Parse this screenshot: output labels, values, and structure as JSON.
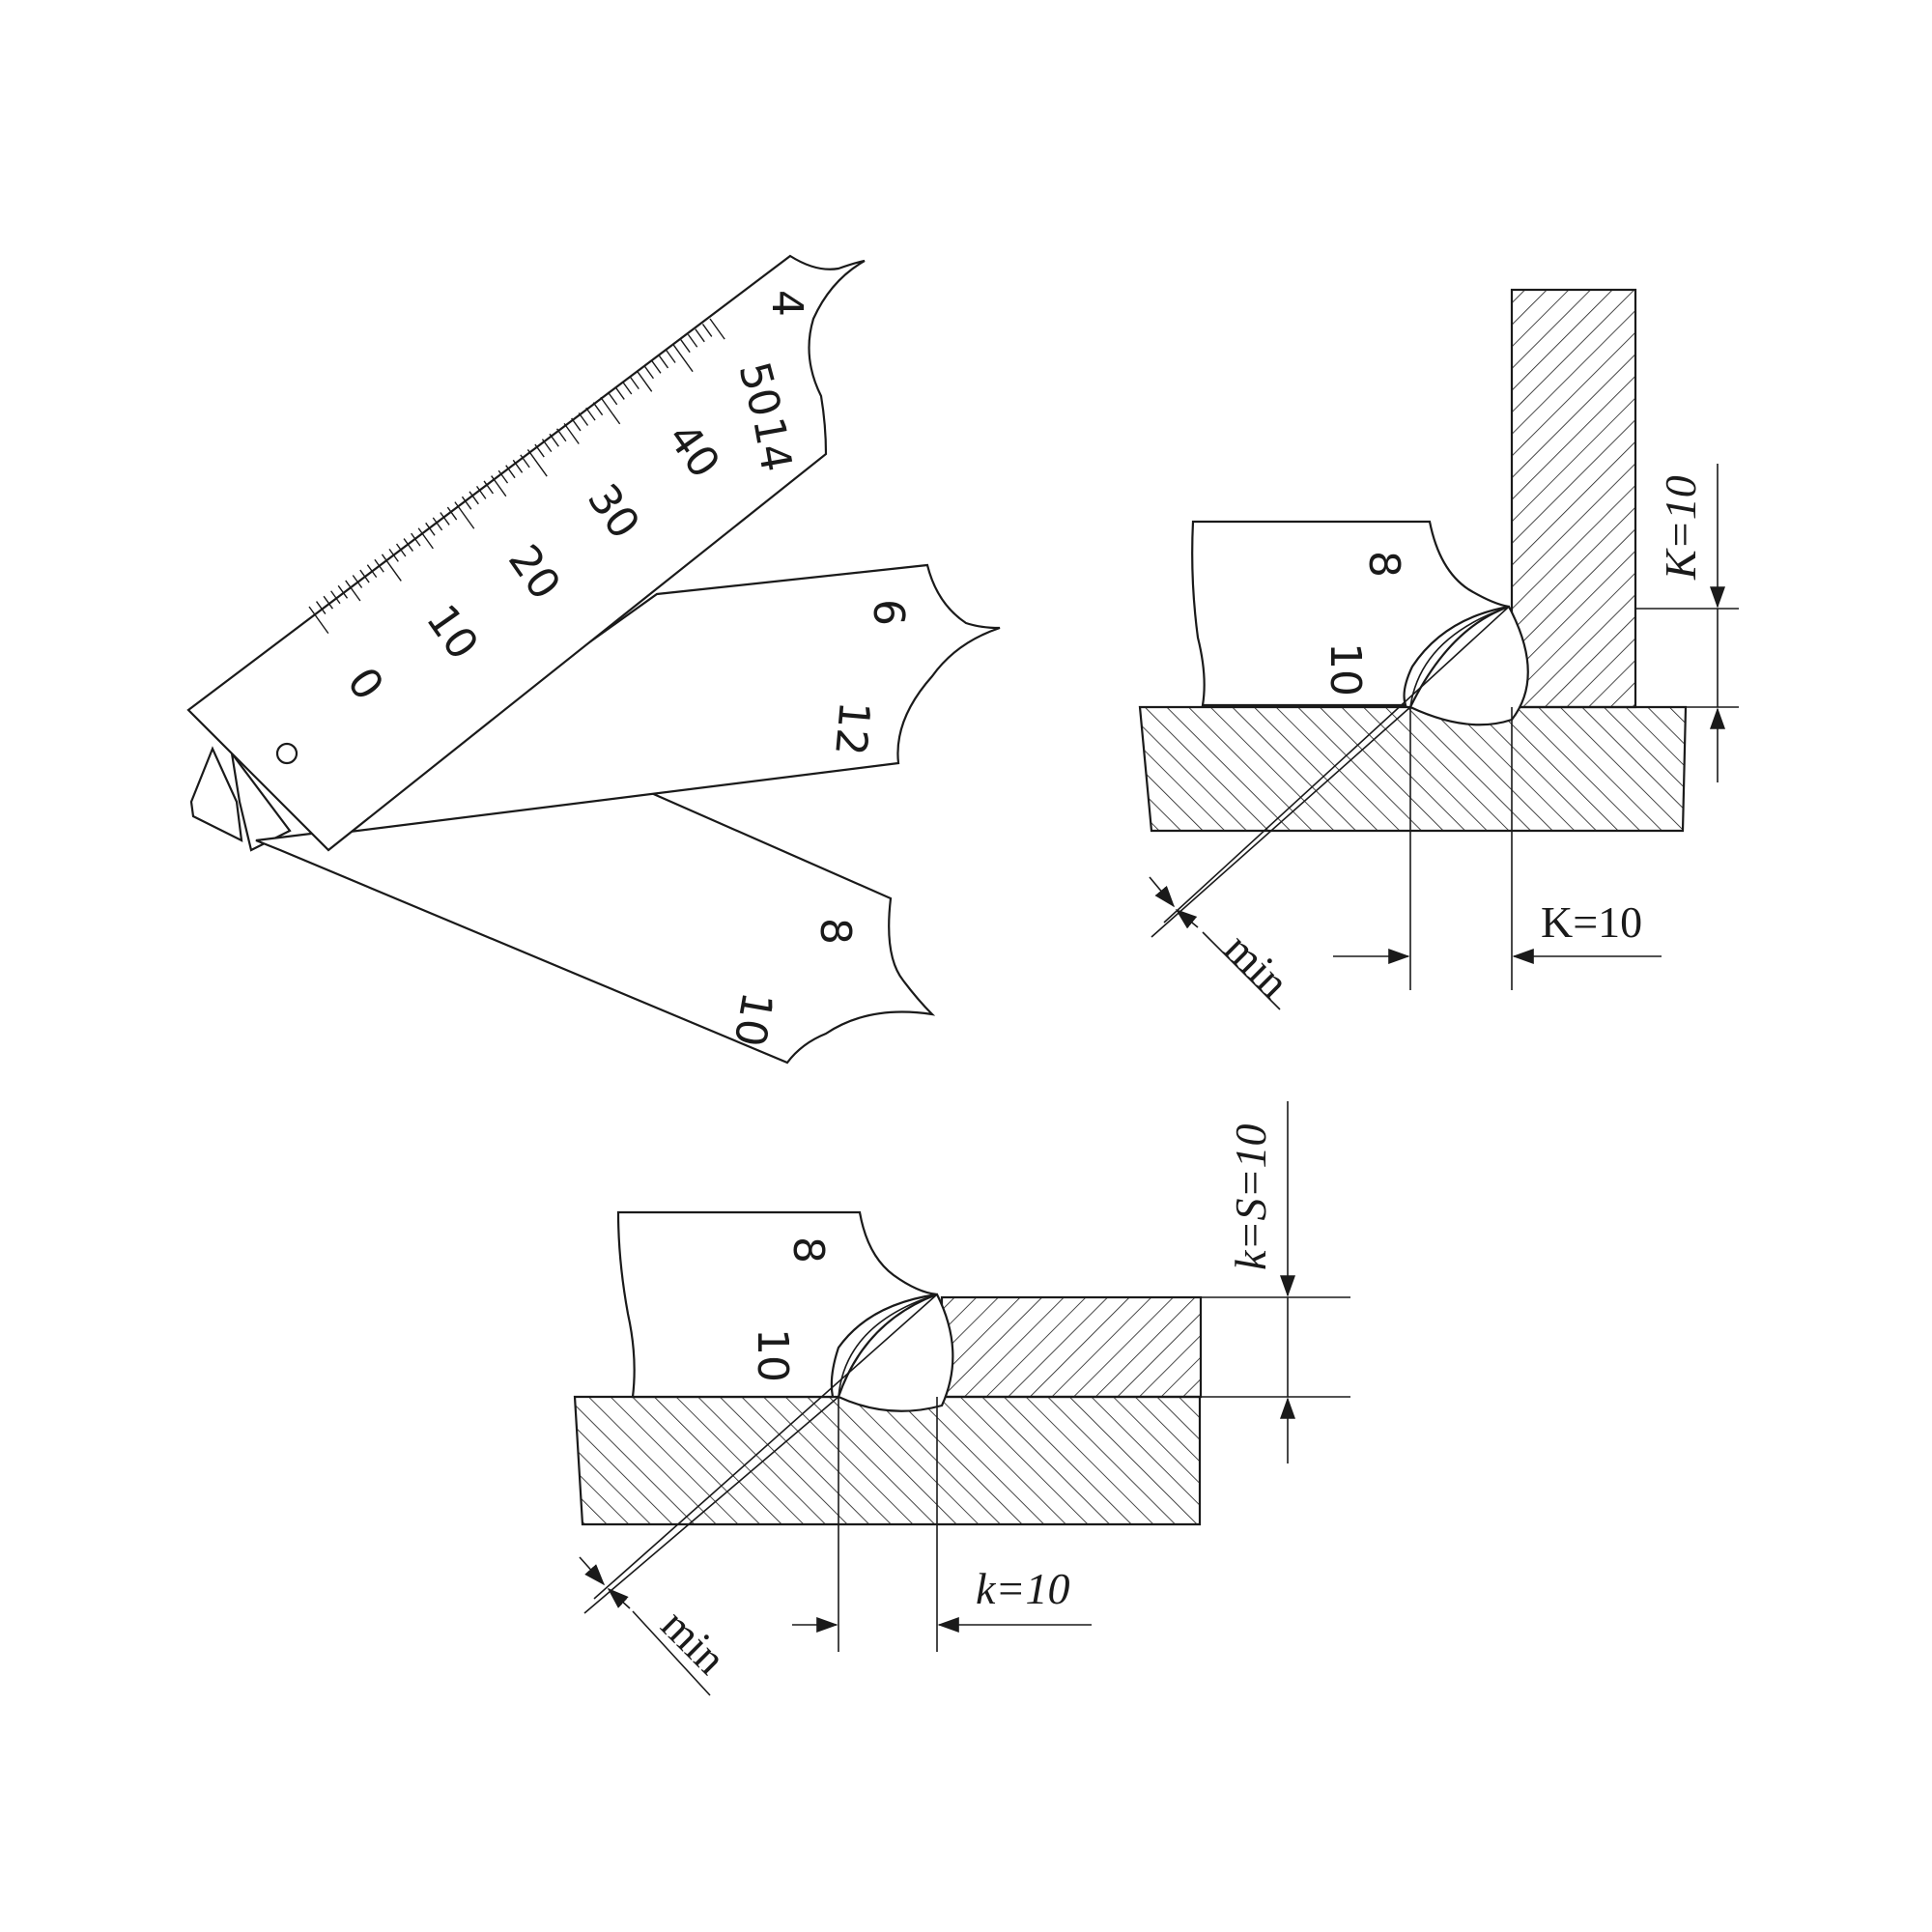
{
  "gauge": {
    "ruler_end_mark": "o",
    "scale_labels": [
      "0",
      "10",
      "20",
      "30",
      "40",
      "50"
    ],
    "blade1_labels": [
      "4",
      "14"
    ],
    "blade2_labels": [
      "6",
      "12"
    ],
    "blade3_labels": [
      "8",
      "10"
    ]
  },
  "fillet_joint": {
    "blade_labels": [
      "8",
      "10"
    ],
    "dim_vertical": "K=10",
    "dim_horizontal": "K=10",
    "dim_min": "min"
  },
  "butt_joint": {
    "blade_labels": [
      "8",
      "10"
    ],
    "dim_vertical": "k=S=10",
    "dim_horizontal": "k=10",
    "dim_min": "min"
  }
}
